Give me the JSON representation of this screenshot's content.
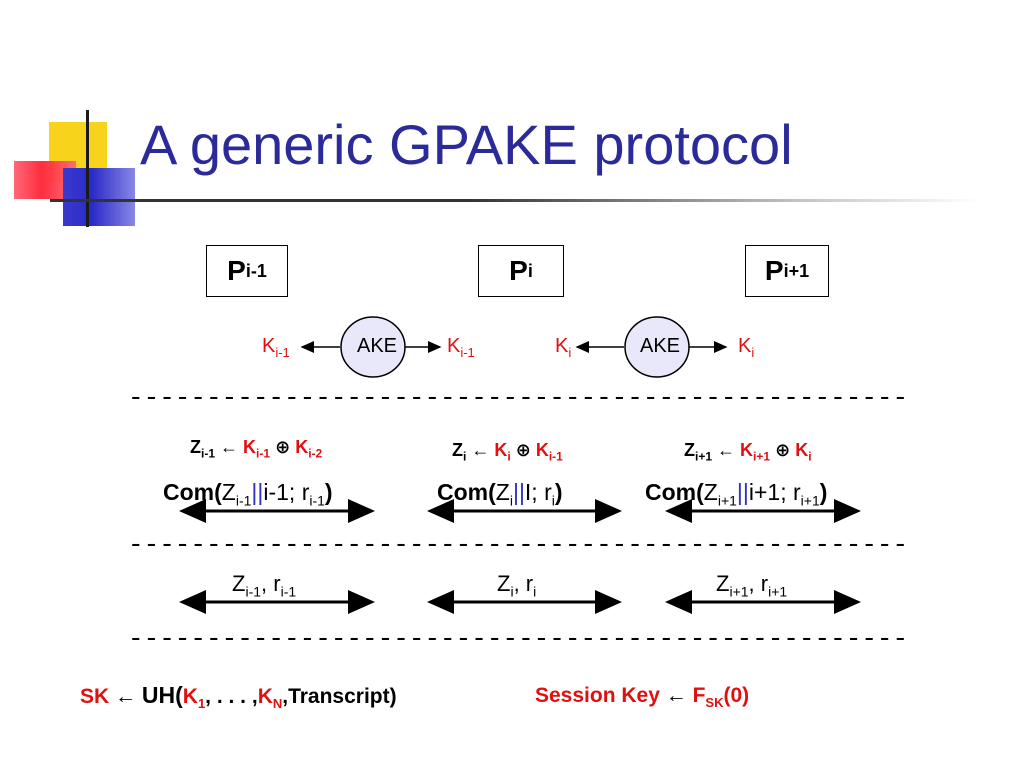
{
  "title": "A generic GPAKE protocol",
  "parties": [
    {
      "name": "P",
      "sub": "i-1"
    },
    {
      "name": "P",
      "sub": "i"
    },
    {
      "name": "P",
      "sub": "i+1"
    }
  ],
  "ake": {
    "label": "AKE",
    "left": {
      "key_left": "K",
      "key_left_sub": "i-1",
      "key_right": "K",
      "key_right_sub": "i-1"
    },
    "right": {
      "key_left": "K",
      "key_left_sub": "i",
      "key_right": "K",
      "key_right_sub": "i"
    }
  },
  "dashes": "--------------------------------------------------",
  "z_equations": [
    {
      "z": "Z",
      "z_sub": "i-1",
      "arrow": "←",
      "k1": "K",
      "k1_sub": "i-1",
      "op": "⊕",
      "k2": "K",
      "k2_sub": "i-2"
    },
    {
      "z": "Z",
      "z_sub": "i",
      "arrow": "←",
      "k1": "K",
      "k1_sub": "i",
      "op": "⊕",
      "k2": "K",
      "k2_sub": "i-1"
    },
    {
      "z": "Z",
      "z_sub": "i+1",
      "arrow": "←",
      "k1": "K",
      "k1_sub": "i+1",
      "op": "⊕",
      "k2": "K",
      "k2_sub": "i"
    }
  ],
  "commitments": [
    {
      "com": "Com(",
      "z": "Z",
      "z_sub": "i-1",
      "bars": "||",
      "idx": "i-1; r",
      "r_sub": "i-1",
      "close": ")"
    },
    {
      "com": "Com(",
      "z": "Z",
      "z_sub": "i",
      "bars": "||",
      "idx": "I; r",
      "r_sub": "i",
      "close": ")"
    },
    {
      "com": "Com(",
      "z": "Z",
      "z_sub": "i+1",
      "bars": "||",
      "idx": "i+1; r",
      "r_sub": "i+1",
      "close": ")"
    }
  ],
  "openings": [
    {
      "z": "Z",
      "z_sub": "i-1",
      "sep": ", r",
      "r_sub": "i-1"
    },
    {
      "z": "Z",
      "z_sub": "i",
      "sep": ", r",
      "r_sub": "i"
    },
    {
      "z": "Z",
      "z_sub": "i+1",
      "sep": ", r",
      "r_sub": "i+1"
    }
  ],
  "sk_formula": {
    "sk": "SK",
    "arrow": "←",
    "uh": "UH(",
    "k1": "K",
    "k1_sub": "1",
    "middle": ", . . . ,",
    "kn": "K",
    "kn_sub": "N",
    "rest": ",Transcript)"
  },
  "session_formula": {
    "label": "Session Key",
    "arrow": "←",
    "f": "F",
    "f_sub": "SK",
    "rest": "(0)"
  },
  "colors": {
    "title": "#2a2a9a",
    "key": "#e01010",
    "bar": "#3030c0",
    "ake_fill": "#e8e8fa"
  }
}
